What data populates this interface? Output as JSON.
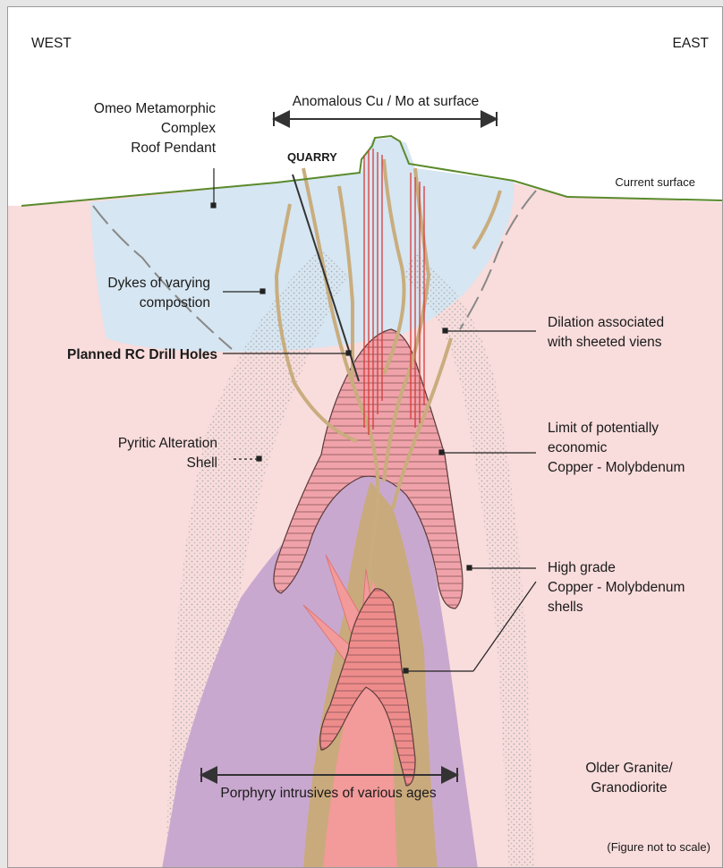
{
  "compass": {
    "west": "WEST",
    "east": "EAST"
  },
  "labels": {
    "anomalous": "Anomalous Cu / Mo at surface",
    "omeo": [
      "Omeo Metamorphic",
      "Complex",
      "Roof Pendant"
    ],
    "quarry": "QUARRY",
    "current_surface": "Current surface",
    "dykes": [
      "Dykes of varying",
      "compostion"
    ],
    "drill_holes": "Planned RC Drill Holes",
    "dilation": [
      "Dilation associated",
      "with sheeted viens"
    ],
    "pyritic": [
      "Pyritic Alteration",
      "Shell"
    ],
    "limit": [
      "Limit of potentially",
      "economic",
      "Copper - Molybdenum"
    ],
    "high_grade": [
      "High grade",
      "Copper - Molybdenum",
      "shells"
    ],
    "porphyry": "Porphyry intrusives of various ages",
    "older_granite": [
      "Older Granite/",
      "Granodiorite"
    ],
    "scale_note": "(Figure not to scale)"
  },
  "colors": {
    "granite": "#f9dcdc",
    "roof_pendant": "#d6e6f2",
    "surface_line": "#5a8a2c",
    "porphyry_purple": "#c9a8cf",
    "porphyry_tan": "#c9aa7c",
    "porphyry_red": "#f39a9a",
    "limit_shell": "#f0a2aa",
    "drill_hole": "#d63a3a",
    "dyke": "#c9ad7e"
  }
}
